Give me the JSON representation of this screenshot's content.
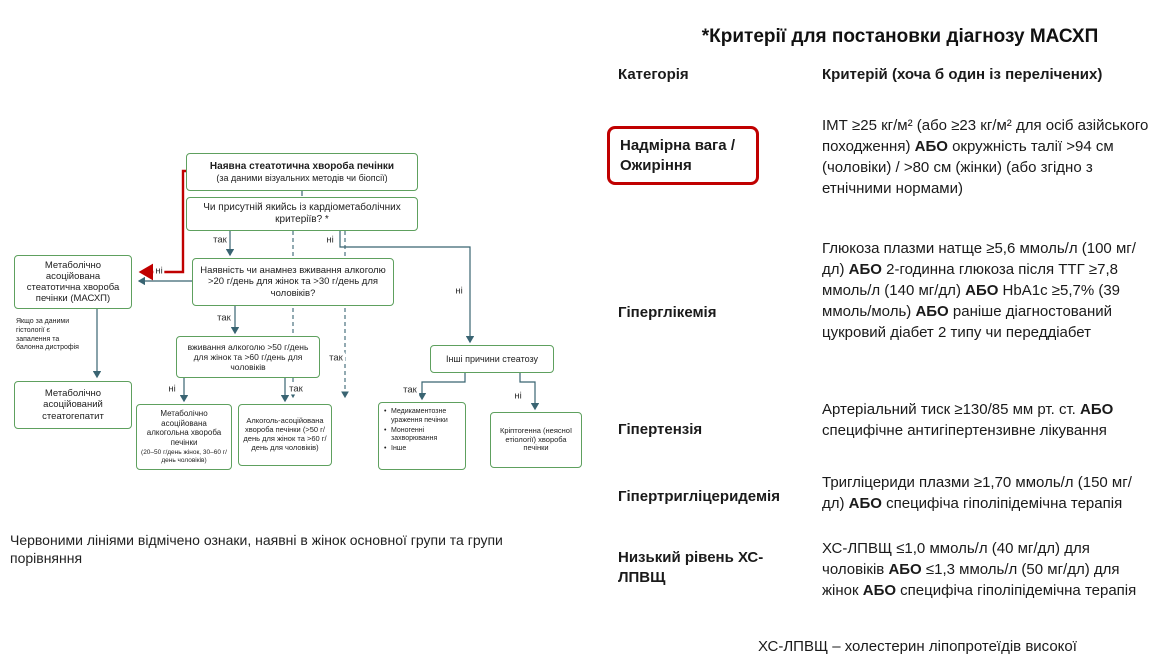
{
  "flowchart": {
    "nodes": {
      "steatosis_present": {
        "line1": "Наявна стеатотична хвороба печінки",
        "line2": "(за даними візуальних методів чи біопсії)"
      },
      "cardiometabolic_q": "Чи присутній якийсь із кардіометаболічних критеріїв? *",
      "alcohol20_q": "Наявність чи анамнез вживання алкоголю >20 г/день для жінок та >30 г/день для чоловіків?",
      "masld": "Метаболічно асоційована стеатотична хвороба печінки (МАСХП)",
      "histology_note": "Якщо за даними гістології є запалення та балонна дистрофія",
      "mash": "Метаболічно асоційований стеатогепатит",
      "alcohol50_q": "вживання алкоголю >50 г/день для жінок та >60 г/день для чоловіків",
      "metald": {
        "line1": "Метаболічно асоційована алкогольна хвороба печінки",
        "line2": "(20–50 г/день жінок, 30–60 г/день чоловіків)"
      },
      "ald": "Алкоголь-асоційована хвороба печінки (>50 г/день для жінок та >60 г/день для чоловіків)",
      "other_causes": "Інші причини стеатозу",
      "specific_etiology": {
        "items": [
          "Медикаментозне ураження печінки",
          "Моногенні захворювання",
          "Інше"
        ]
      },
      "cryptogenic": "Кріптогенна (неясної етіології) хвороба печінки"
    },
    "labels": {
      "yes": "так",
      "no": "ні"
    },
    "caption": "Червоними лініями відмічено ознаки, наявні в жінок основної групи та групи порівняння"
  },
  "table": {
    "title": "*Критерії для постановки діагнозу МАСХП",
    "header": {
      "category": "Категорія",
      "criterion": "Критерій (хоча б один із перелічених)"
    },
    "rows": [
      {
        "category": "Надмірна вага / Ожиріння",
        "criterion": [
          {
            "t": "ІМТ ≥25 кг/м² (або ≥23 кг/м² для осіб азійського походження) ",
            "b": false
          },
          {
            "t": "АБО",
            "b": true
          },
          {
            "t": " окружність талії >94 см (чоловіки) / >80 см (жінки) (або згідно з етнічними нормами)",
            "b": false
          }
        ]
      },
      {
        "category": "Гіперглікемія",
        "criterion": [
          {
            "t": "Глюкоза плазми натще ≥5,6 ммоль/л (100 мг/дл) ",
            "b": false
          },
          {
            "t": "АБО",
            "b": true
          },
          {
            "t": " 2-годинна глюкоза після ТТГ ≥7,8 ммоль/л (140 мг/дл) ",
            "b": false
          },
          {
            "t": "АБО",
            "b": true
          },
          {
            "t": " HbA1c ≥5,7% (39 ммоль/моль) ",
            "b": false
          },
          {
            "t": "АБО",
            "b": true
          },
          {
            "t": " раніше діагностований цукровий діабет 2 типу чи переддіабет",
            "b": false
          }
        ]
      },
      {
        "category": "Гіпертензія",
        "criterion": [
          {
            "t": "Артеріальний тиск ≥130/85 мм рт. ст. ",
            "b": false
          },
          {
            "t": "АБО",
            "b": true
          },
          {
            "t": " специфічне антигіпертензивне лікування",
            "b": false
          }
        ]
      },
      {
        "category": "Гіпертригліцеридемія",
        "criterion": [
          {
            "t": "Тригліцериди плазми ≥1,70 ммоль/л (150 мг/дл) ",
            "b": false
          },
          {
            "t": "АБО",
            "b": true
          },
          {
            "t": " специфіча гіполіпідемічна терапія",
            "b": false
          }
        ]
      },
      {
        "category": "Низький рівень ХС-ЛПВЩ",
        "criterion": [
          {
            "t": "ХС-ЛПВЩ ≤1,0 ммоль/л (40 мг/дл) для чоловіків ",
            "b": false
          },
          {
            "t": "АБО",
            "b": true
          },
          {
            "t": " ≤1,3 ммоль/л (50 мг/дл) для жінок ",
            "b": false
          },
          {
            "t": "АБО",
            "b": true
          },
          {
            "t": " специфіча гіполіпідемічна терапія",
            "b": false
          }
        ]
      }
    ],
    "footnote": "ХС-ЛПВЩ – холестерин ліпопротеїдів високої"
  },
  "colors": {
    "box_border": "#5ea05e",
    "connector": "#396472",
    "highlight_red": "#c00000"
  }
}
